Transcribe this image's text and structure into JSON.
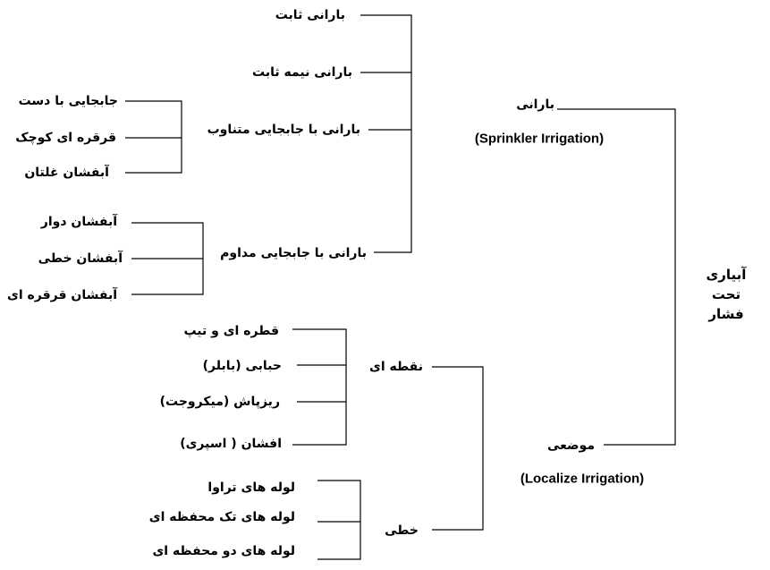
{
  "root": {
    "line1": "آبیاری",
    "line2": "تحت فشار"
  },
  "sprinkler": {
    "label": "بارانی",
    "english": "(Sprinkler Irrigation)",
    "types": [
      "بارانی ثابت",
      "بارانی نیمه ثابت",
      "بارانی با جابجایی متناوب",
      "بارانی با جابجایی مداوم"
    ],
    "periodic_move": [
      "جابجایی با دست",
      "قرقره ای کوچک",
      "آبفشان غلتان"
    ],
    "continuous_move": [
      "آبفشان دوار",
      "آبفشان خطی",
      "آبفشان قرقره ای"
    ]
  },
  "localized": {
    "label": "موضعی",
    "english": "(Localize Irrigation)",
    "point": {
      "label": "نقطه ای",
      "items": [
        "قطره ای و تیپ",
        "حبابی (بابلر)",
        "ریزپاش (میکروجت)",
        "افشان ( اسپری)"
      ]
    },
    "line": {
      "label": "خطی",
      "items": [
        "لوله های تراوا",
        "لوله های تک محفظه ای",
        "لوله های دو محفظه ای"
      ]
    }
  }
}
